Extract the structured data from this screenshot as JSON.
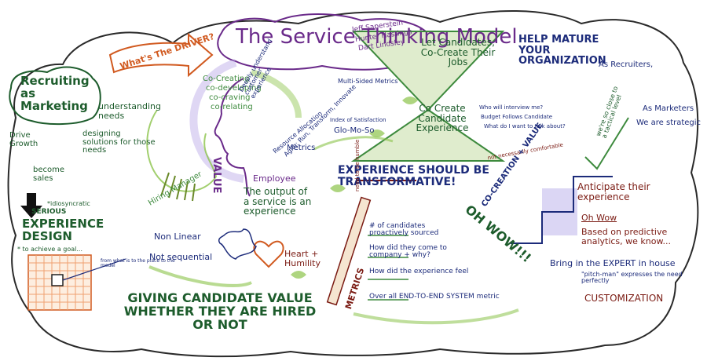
{
  "title": "The Service Thinking Model",
  "speakers": [
    "Jeff Saperstein",
    "Hunter Hastings",
    "Dart Lindsley"
  ],
  "left": {
    "driver": "What's The DRIVER?",
    "recruiting_as_marketing": "Recruiting as Marketing",
    "understanding_needs": "understanding needs",
    "drive_growth": "Drive Growth",
    "designing_solutions": "designing solutions for those needs",
    "become_sales": "become sales",
    "idiosyncratic": "*idiosyncratic",
    "serious": "SERIOUS",
    "experience_design": "EXPERIENCE DESIGN",
    "achieve_goal": "* to achieve a goal...",
    "grid_note": "from what is to the place to the model",
    "giving_value": "GIVING CANDIDATE VALUE WHETHER THEY ARE HIRED OR NOT"
  },
  "center": {
    "co_creating": "Co-Creating",
    "co_developing": "co-developing",
    "co_craving": "co-craving",
    "co_relating": "co-relating",
    "value": "VALUE",
    "hiring_manager": "Hiring Manager",
    "deeply_understand": "Deeply understand customer experience",
    "agile": "Agile: Run, Transform, Innovate",
    "resource_allocation": "Resource Allocation",
    "metrics": "Metrics",
    "multi_sided": "Multi-Sided Metrics",
    "satisfaction": "Index of Satisfaction",
    "glo_mo_so": "Glo-Mo-So",
    "employee": "Employee",
    "output_service": "The output of a service is an experience",
    "non_linear": "Non Linear",
    "not_sequential": "Not sequential",
    "heart_humility": "Heart + Humility"
  },
  "middle_right": {
    "let_candidates": "Let Candidates, Co-Create Their Jobs",
    "co_create_candidate": "Co Create Candidate Experience",
    "who_will_interview": "Who will interview me?",
    "budget_follows": "Budget Follows Candidate",
    "what_talk_about": "What do I want to talk about?",
    "experience_transform": "EXPERIENCE SHOULD BE TRANSFORMATIVE!",
    "need_humble": "need to be humble",
    "metrics_label": "METRICS",
    "candidates_sourced": "# of candidates proactively sourced",
    "how_come": "How did they come to company + why?",
    "how_feel": "How did the experience feel",
    "overall": "Over all END-TO-END SYSTEM metric",
    "not_comfortable": "not necessarily comfortable",
    "co_creation_value": "CO-CREATION + VALUE",
    "oh_wow": "OH WOW!!!"
  },
  "right": {
    "help_mature": "HELP MATURE YOUR ORGANIZATION",
    "as_recruiters": "As Recruiters,",
    "too_close": "we're so close to a tactical level",
    "as_marketers": "As Marketers",
    "strategic": "We are strategic",
    "anticipate": "Anticipate their experience",
    "oh_wow_small": "Oh Wow",
    "predictive": "Based on predictive analytics, we know...",
    "bring_expert": "Bring in the EXPERT in house",
    "pitchman": "\"pitch-man\" expresses the need perfectly",
    "customization": "CUSTOMIZATION"
  },
  "colors": {
    "green": "#1d5c2c",
    "navy": "#1c2b7a",
    "purple": "#6a2a8a",
    "red": "#7a1a12",
    "orange": "#d15a20",
    "light_green": "#8bc34a",
    "lavender": "#b9a6e6"
  }
}
